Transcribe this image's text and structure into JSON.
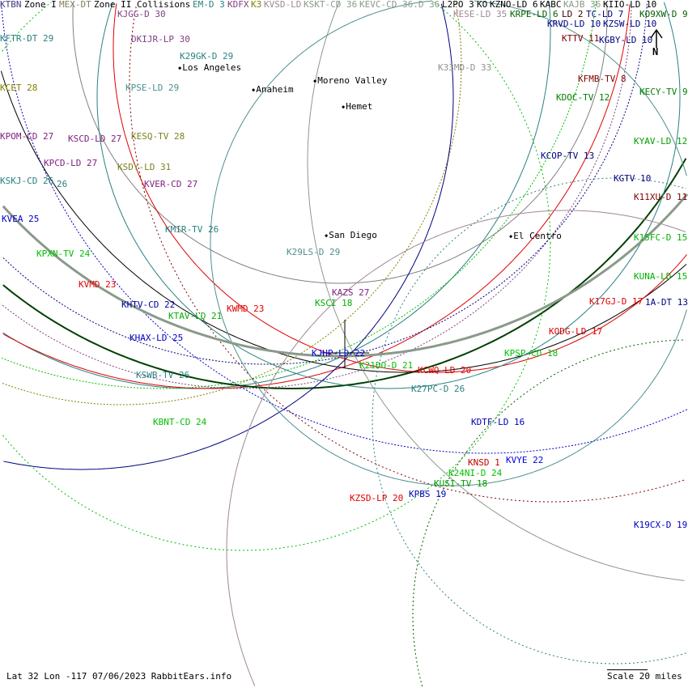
{
  "legend": {
    "zone1": "Zone I",
    "zone2": "Zone II Collisions"
  },
  "top_row": [
    "KTBN",
    "MEX-DT",
    "KJGG-D 30",
    "EM-D 3",
    "KDFX",
    "K3",
    "KVSD-LD",
    "KSKT-CD 36",
    "KEVC-CD 36.D 36",
    "L2PO 3",
    "KO",
    "KZNO-LD 6",
    "KABC",
    "KAJB 36",
    "KIIO-LD 10",
    "LD 2",
    "KO9XW-D 9",
    "TC-LD 7"
  ],
  "stations": [
    {
      "text": "KFTR-DT 29",
      "color": "#2a8080"
    },
    {
      "text": "DKIJR-LP 30",
      "color": "#804080"
    },
    {
      "text": "K29GK-D 29",
      "color": "#2a8080"
    },
    {
      "text": "KCET 28",
      "color": "#808000"
    },
    {
      "text": "KPSE-LD 29",
      "color": "#4f8f8f"
    },
    {
      "text": "KPOM-CD 27",
      "color": "#802080"
    },
    {
      "text": "KSCD-LD 27",
      "color": "#802080"
    },
    {
      "text": "KESQ-TV 28",
      "color": "#808020"
    },
    {
      "text": "KPCD-LD 27",
      "color": "#802080"
    },
    {
      "text": "KSDY-LD 31",
      "color": "#808020"
    },
    {
      "text": "KSKJ-CD 26",
      "color": "#2a8080"
    },
    {
      "text": "26",
      "color": "#2a8080"
    },
    {
      "text": "KVER-CD 27",
      "color": "#802080"
    },
    {
      "text": "KVEA 25",
      "color": "#0000c0"
    },
    {
      "text": "KMIR-TV 26",
      "color": "#2a8080"
    },
    {
      "text": "KPXN-TV 24",
      "color": "#00c000"
    },
    {
      "text": "K29LS-D 29",
      "color": "#4f8f8f"
    },
    {
      "text": "KVMD 23",
      "color": "#e00000"
    },
    {
      "text": "KAZS 27",
      "color": "#802080"
    },
    {
      "text": "KSCI 18",
      "color": "#00b000"
    },
    {
      "text": "KHTV-CD 22",
      "color": "#0000a0"
    },
    {
      "text": "KWMD 23",
      "color": "#e00000"
    },
    {
      "text": "KTAV-LD 21",
      "color": "#00b000"
    },
    {
      "text": "KHAX-LD 25",
      "color": "#0000c0"
    },
    {
      "text": "KJHP-LD 22",
      "color": "#0000e0"
    },
    {
      "text": "K21DO-D 21",
      "color": "#00c000"
    },
    {
      "text": "KCWQ-LD 20",
      "color": "#e00000"
    },
    {
      "text": "KSWB-TV 26",
      "color": "#2a8080"
    },
    {
      "text": "K27PC-D 26",
      "color": "#2a8080"
    },
    {
      "text": "KBNT-CD 24",
      "color": "#00c000"
    },
    {
      "text": "KDTF-LD 16",
      "color": "#0000c0"
    },
    {
      "text": "KPSP-CD 18",
      "color": "#00c000"
    },
    {
      "text": "KODG-LD 17",
      "color": "#e00000"
    },
    {
      "text": "K17GJ-D 17",
      "color": "#e00000"
    },
    {
      "text": "1A-DT 13",
      "color": "#000080"
    },
    {
      "text": "KUNA-LD 15",
      "color": "#00b000"
    },
    {
      "text": "K15FC-D 15",
      "color": "#00b000"
    },
    {
      "text": "K11XU-D 11",
      "color": "#800000"
    },
    {
      "text": "KGTV 10",
      "color": "#000080"
    },
    {
      "text": "KCOP-TV 13",
      "color": "#000080"
    },
    {
      "text": "KYAV-LD 12",
      "color": "#00a000"
    },
    {
      "text": "KECY-TV 9",
      "color": "#008000"
    },
    {
      "text": "KDOC-TV 12",
      "color": "#008000"
    },
    {
      "text": "KFMB-TV 8",
      "color": "#800000"
    },
    {
      "text": "KTTV 11",
      "color": "#800000"
    },
    {
      "text": "KGBY-LD 10",
      "color": "#000080"
    },
    {
      "text": "KZSW-LD 10",
      "color": "#000080"
    },
    {
      "text": "KRPE-LD 6",
      "color": "#006000"
    },
    {
      "text": "KRVD-LD 10",
      "color": "#000080"
    },
    {
      "text": "KESE-LD 35",
      "color": "#a08898"
    },
    {
      "text": "K33MD-D 33",
      "color": "#909090"
    },
    {
      "text": "KVYE 22",
      "color": "#0000e0"
    },
    {
      "text": "KNSD 1",
      "color": "#c00000"
    },
    {
      "text": "K24NI-D 24",
      "color": "#00c000"
    },
    {
      "text": "KUSI-TV 18",
      "color": "#00a000"
    },
    {
      "text": "KZSD-LP 20",
      "color": "#e00000"
    },
    {
      "text": "KPBS 19",
      "color": "#0000c0"
    },
    {
      "text": "K19CX-D 19",
      "color": "#0000c0"
    }
  ],
  "cities": [
    "Los Angeles",
    "Anaheim",
    "Moreno Valley",
    "Hemet",
    "San Diego",
    "El Centro"
  ],
  "north_label": "N",
  "footer": {
    "info": "Lat 32 Lon -117 07/06/2023 RabbitEars.info",
    "scale": "Scale 20 miles"
  }
}
